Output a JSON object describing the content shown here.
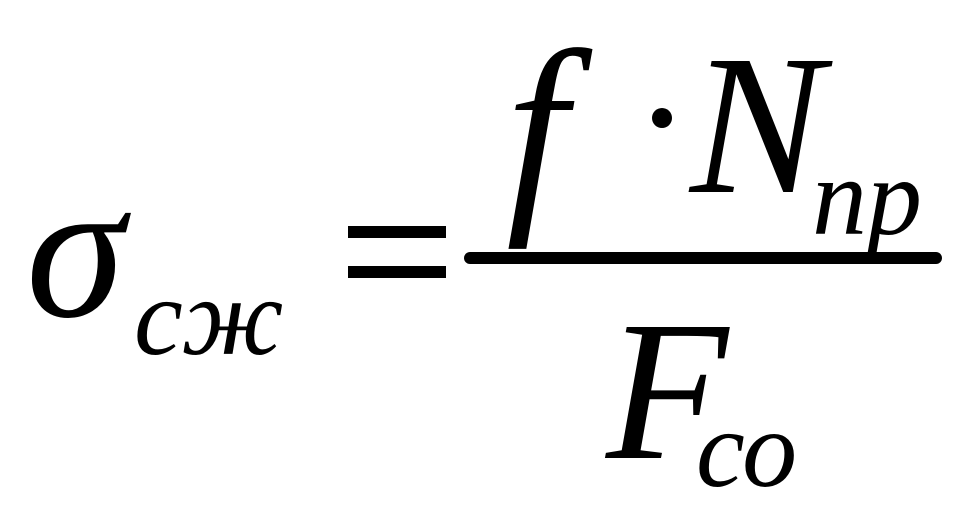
{
  "formula": {
    "lhs": {
      "symbol": "σ",
      "subscript": "сж"
    },
    "numerator": {
      "factor": "f",
      "operator": "·",
      "symbol": "N",
      "subscript": "пр"
    },
    "denominator": {
      "symbol": "F",
      "subscript": "со"
    }
  }
}
